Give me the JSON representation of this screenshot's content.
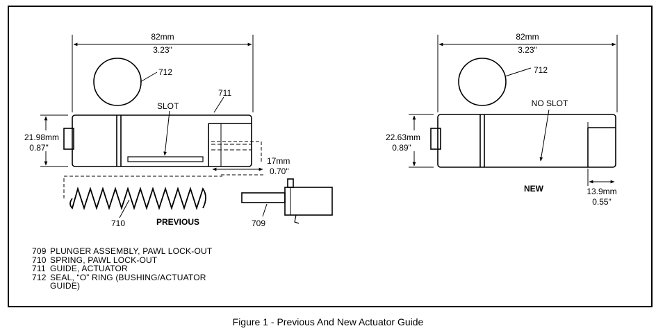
{
  "caption": "Figure 1 - Previous And New Actuator Guide",
  "labels": {
    "dim_len_mm": "82mm",
    "dim_len_in": "3.23\"",
    "prev_dia_mm": "21.98mm",
    "prev_dia_in": "0.87\"",
    "prev_step_mm": "17mm",
    "prev_step_in": "0.70\"",
    "new_dia_mm": "22.63mm",
    "new_dia_in": "0.89\"",
    "new_step_mm": "13.9mm",
    "new_step_in": "0.55\"",
    "slot": "SLOT",
    "no_slot": "NO SLOT",
    "previous": "PREVIOUS",
    "new": "NEW",
    "ref_712": "712",
    "ref_711": "711",
    "ref_710": "710",
    "ref_709": "709"
  },
  "legend": [
    {
      "num": "709",
      "text": "PLUNGER ASSEMBLY, PAWL LOCK-OUT"
    },
    {
      "num": "710",
      "text": "SPRING, PAWL LOCK-OUT"
    },
    {
      "num": "711",
      "text": "GUIDE, ACTUATOR"
    },
    {
      "num": "712",
      "text": "SEAL, “O” RING (BUSHING/ACTUATOR GUIDE)"
    }
  ]
}
